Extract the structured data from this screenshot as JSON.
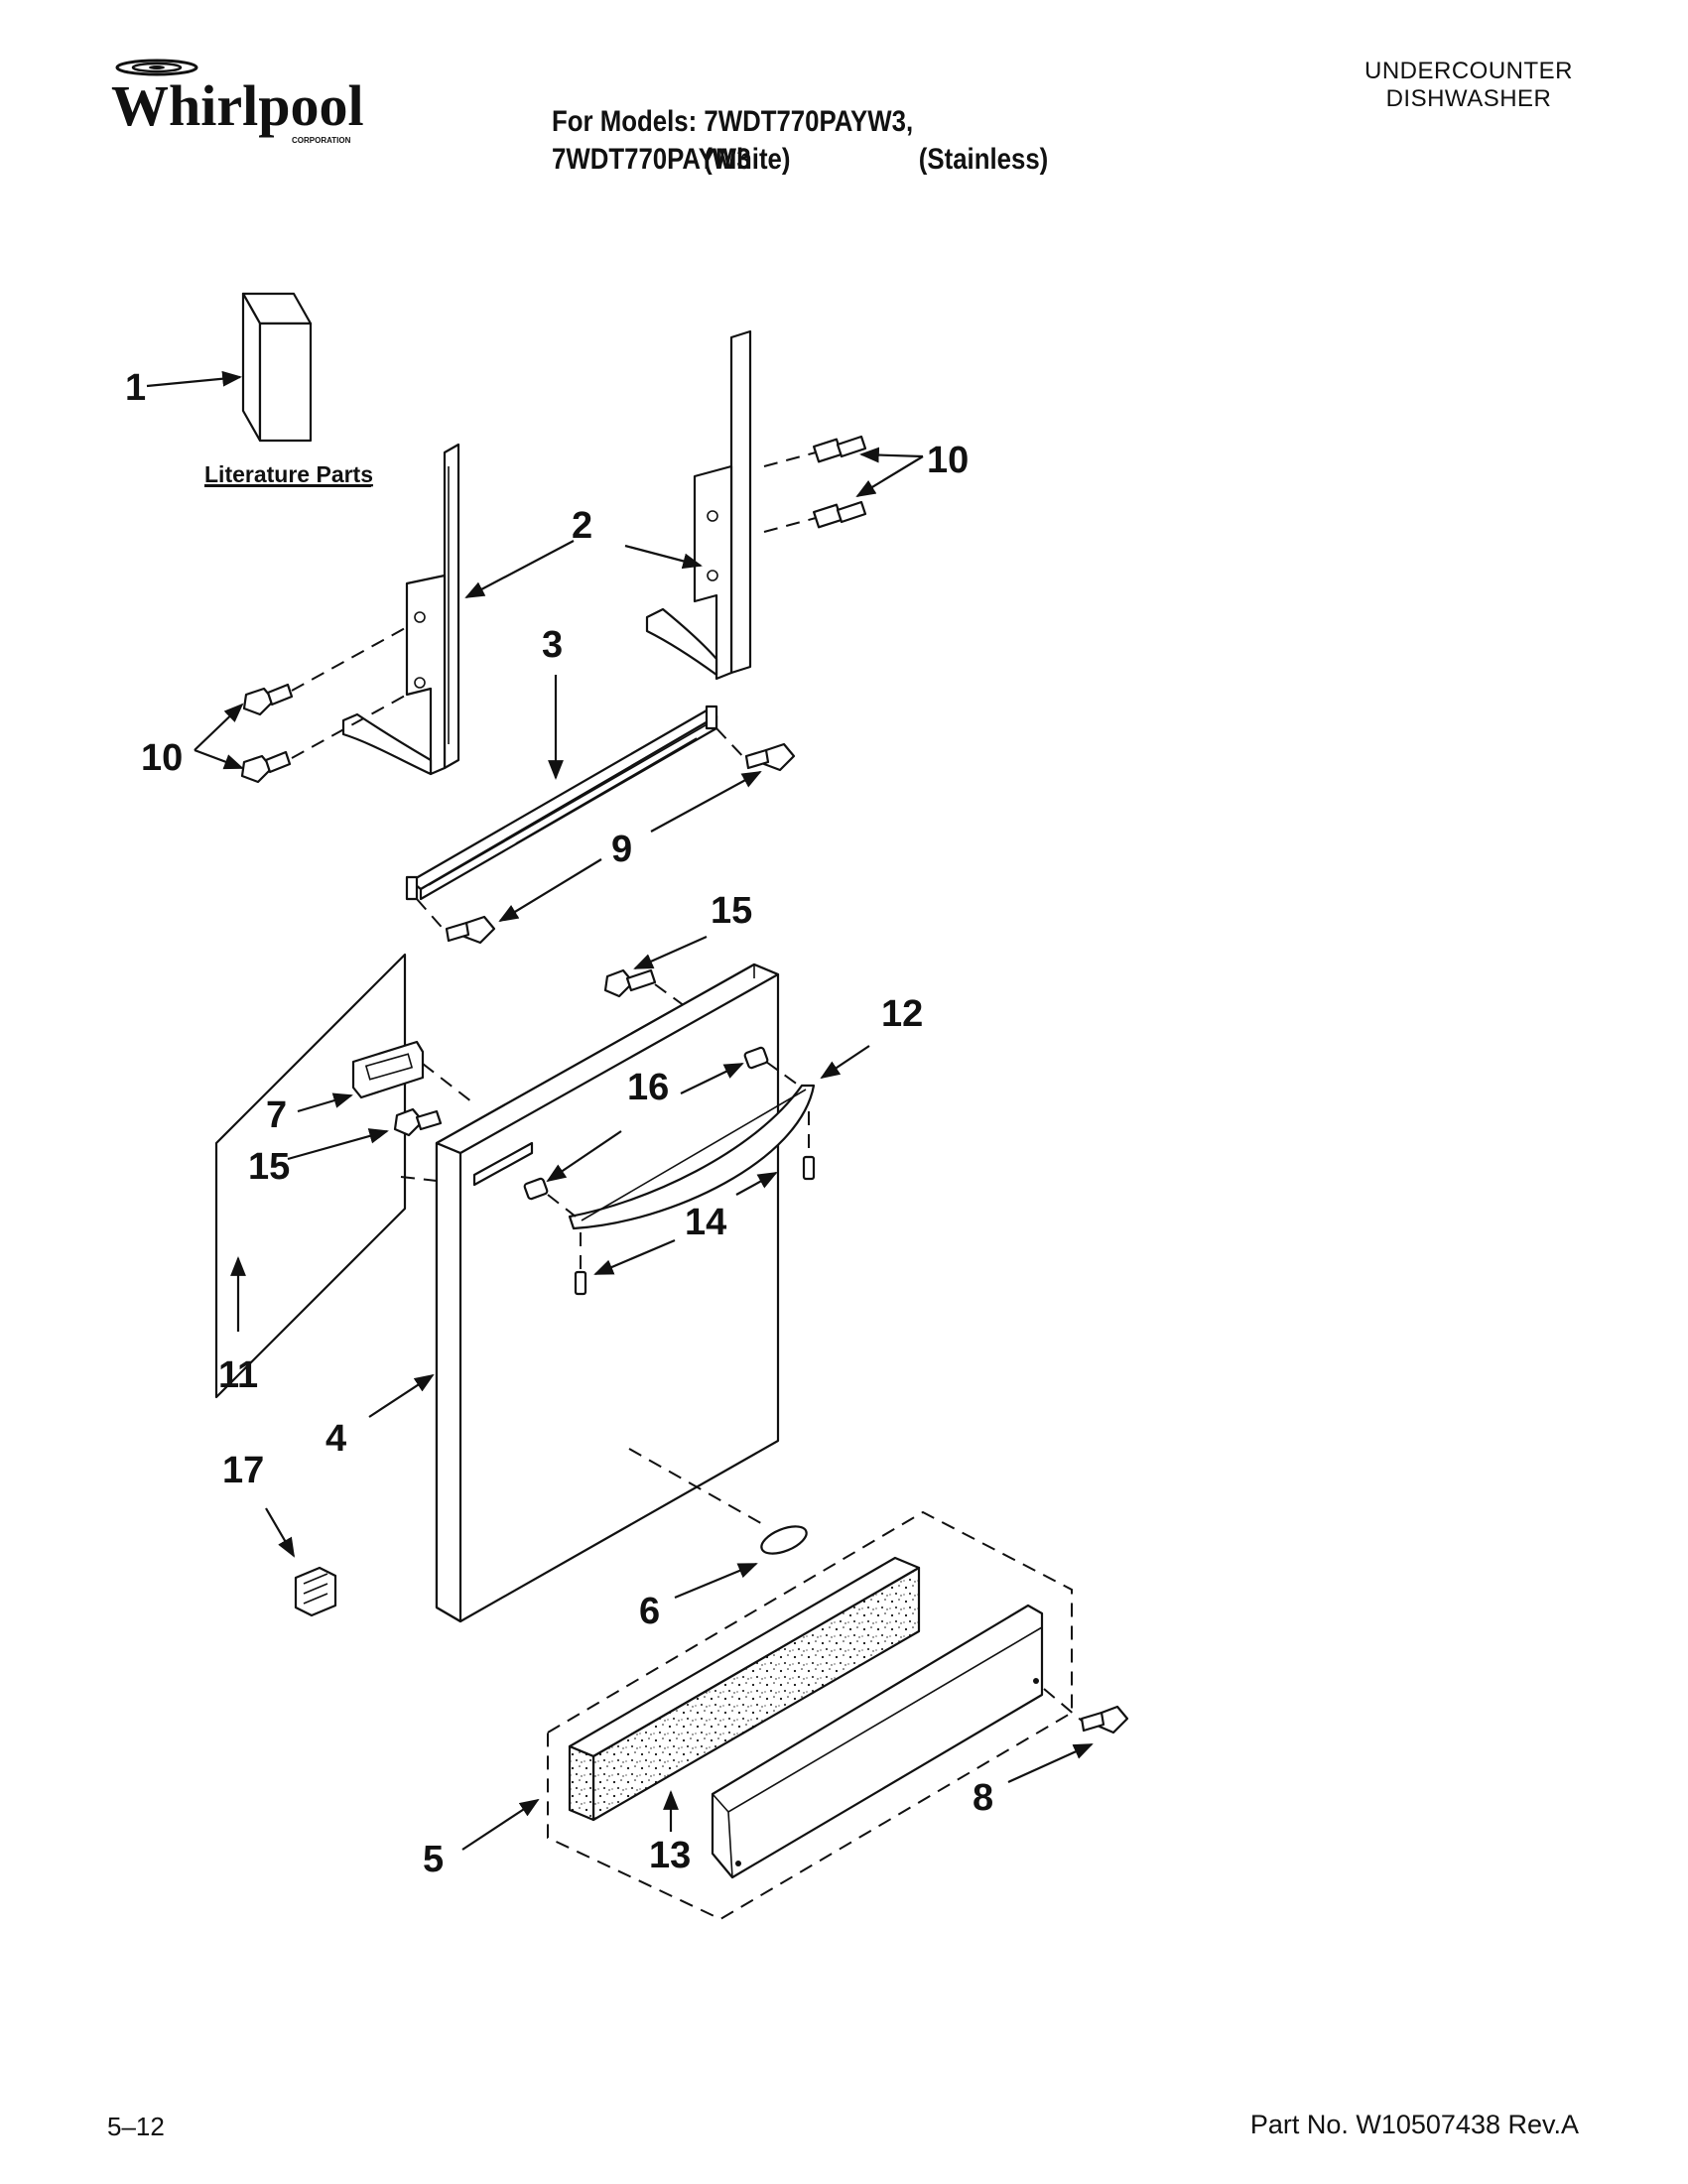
{
  "header": {
    "brand": "Whirlpool",
    "brand_sub": "CORPORATION",
    "models_line": "For Models: 7WDT770PAYW3, 7WDT770PAYM3",
    "variant_1": "(White)",
    "variant_2": "(Stainless)",
    "product_line_1": "UNDERCOUNTER",
    "product_line_2": "DISHWASHER"
  },
  "diagram": {
    "literature_label": "Literature Parts",
    "callouts": {
      "c1": "1",
      "c2": "2",
      "c3": "3",
      "c4": "4",
      "c5": "5",
      "c6": "6",
      "c7": "7",
      "c8": "8",
      "c9": "9",
      "c10": "10",
      "c11": "11",
      "c12": "12",
      "c13": "13",
      "c14": "14",
      "c15": "15",
      "c16": "16",
      "c17": "17"
    }
  },
  "footer": {
    "page": "5–12",
    "part_no": "Part No. W10507438 Rev.A"
  }
}
